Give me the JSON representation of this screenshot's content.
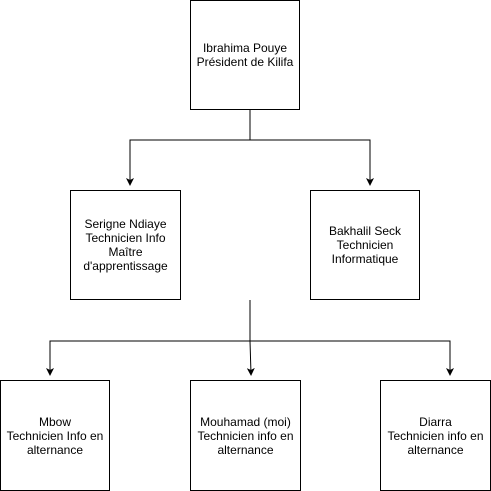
{
  "diagram": {
    "root": {
      "lines": [
        "Ibrahima Pouye",
        "Président de Kilifa"
      ]
    },
    "level1": [
      {
        "lines": [
          "Serigne Ndiaye",
          "Technicien Info",
          "Maître",
          "d'apprentissage"
        ]
      },
      {
        "lines": [
          "Bakhalil Seck",
          "Technicien",
          "Informatique"
        ]
      }
    ],
    "level2": [
      {
        "lines": [
          "Mbow",
          "Technicien Info en",
          "alternance"
        ]
      },
      {
        "lines": [
          "Mouhamad (moi)",
          "Technicien info en",
          "alternance"
        ]
      },
      {
        "lines": [
          "Diarra",
          "Technicien info en",
          "alternance"
        ]
      }
    ]
  },
  "colors": {
    "stroke": "#000000",
    "fill": "#ffffff"
  }
}
